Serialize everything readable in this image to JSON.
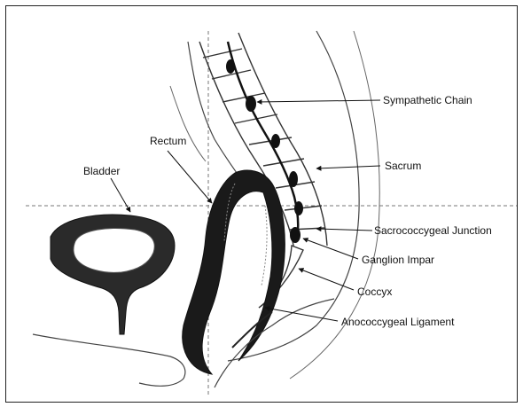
{
  "labels": {
    "sympathetic_chain": "Sympathetic Chain",
    "rectum": "Rectum",
    "sacrum": "Sacrum",
    "bladder": "Bladder",
    "sacrococcygeal_junction": "Sacrococcygeal Junction",
    "ganglion_impar": "Ganglion Impar",
    "coccyx": "Coccyx",
    "anococcygeal_ligament": "Anococcygeal Ligament"
  },
  "colors": {
    "ink": "#111111",
    "outline": "#333333",
    "mucosa": "#555555",
    "guide": "#777777"
  }
}
